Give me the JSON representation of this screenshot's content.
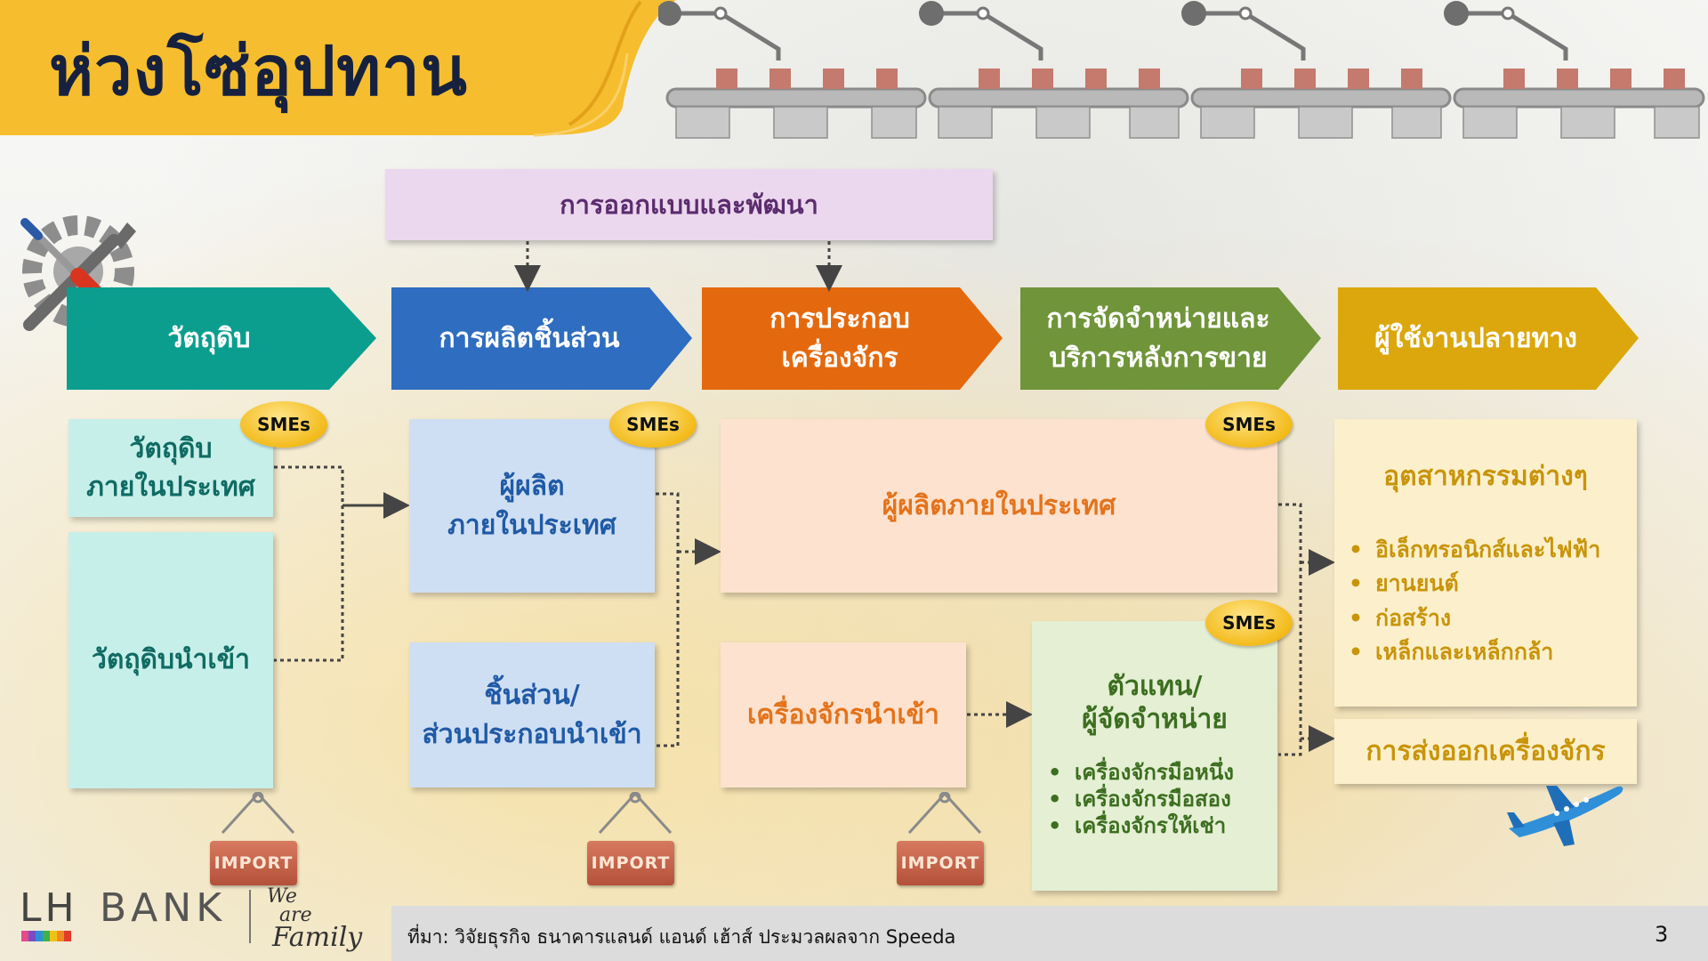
{
  "title": "ห่วงโซ่อุปทาน",
  "top_box": "การออกแบบและพัฒนา",
  "stages": [
    {
      "label": "วัตถุดิบ",
      "color": "#0b9e8f"
    },
    {
      "label": "การผลิตชิ้นส่วน",
      "color": "#2e6dbf"
    },
    {
      "label_line1": "การประกอบ",
      "label_line2": "เครื่องจักร",
      "color": "#e4690e"
    },
    {
      "label_line1": "การจัดจำหน่ายและ",
      "label_line2": "บริการหลังการขาย",
      "color": "#6f943a"
    },
    {
      "label": "ผู้ใช้งานปลายทาง",
      "color": "#dba70c"
    }
  ],
  "boxes": {
    "raw_domestic_line1": "วัตถุดิบ",
    "raw_domestic_line2": "ภายในประเทศ",
    "raw_import": "วัตถุดิบนำเข้า",
    "parts_domestic_line1": "ผู้ผลิต",
    "parts_domestic_line2": "ภายในประเทศ",
    "parts_import_line1": "ชิ้นส่วน/",
    "parts_import_line2": "ส่วนประกอบนำเข้า",
    "assembly_domestic": "ผู้ผลิตภายในประเทศ",
    "machine_import": "เครื่องจักรนำเข้า",
    "dealer_line1": "ตัวแทน/",
    "dealer_line2": "ผู้จัดจำหน่าย",
    "dealer_items": [
      "เครื่องจักรมือหนึ่ง",
      "เครื่องจักรมือสอง",
      "เครื่องจักรให้เช่า"
    ],
    "industries_title": "อุตสาหกรรมต่างๆ",
    "industries_items": [
      "อิเล็กทรอนิกส์และไฟฟ้า",
      "ยานยนต์",
      "ก่อสร้าง",
      "เหล็กและเหล็กกล้า"
    ],
    "export": "การส่งออกเครื่องจักร"
  },
  "sme_label": "SMEs",
  "import_label": "IMPORT",
  "footer": {
    "source": "ที่มา: วิจัยธุรกิจ ธนาคารแลนด์ แอนด์ เฮ้าส์ ประมวลผลจาก Speeda",
    "page": "3",
    "logo_lh": "LH",
    "logo_bank": "BANK",
    "tagline_1": "We",
    "tagline_2": "are",
    "tagline_3": "Family"
  },
  "icons": [
    "tools-icon",
    "airplane-icon",
    "robot-arm-icon",
    "conveyor-icon"
  ]
}
